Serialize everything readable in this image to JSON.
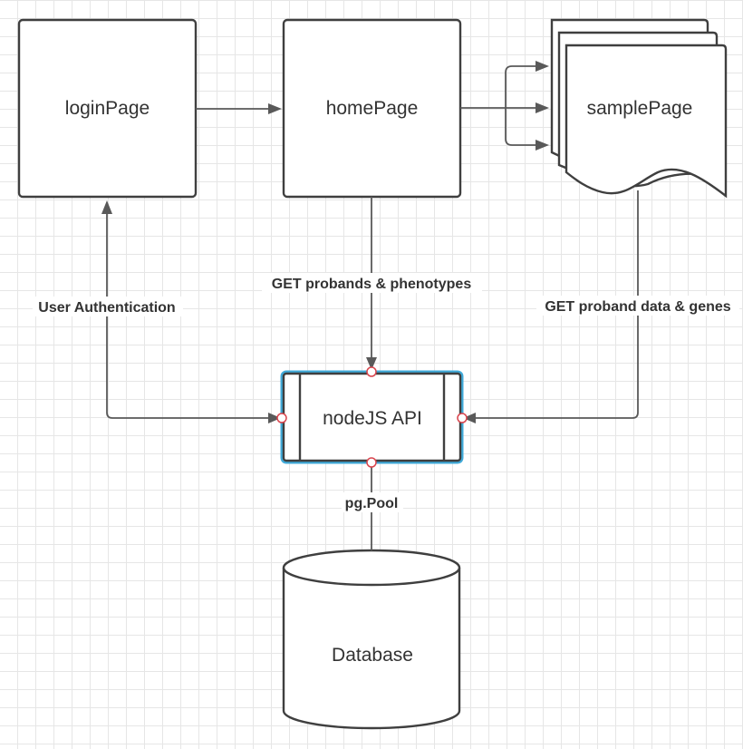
{
  "nodes": {
    "login_page": "loginPage",
    "home_page": "homePage",
    "sample_page": "samplePage",
    "api": "nodeJS API",
    "database": "Database"
  },
  "edges": {
    "user_authentication": "User Authentication",
    "get_probands": "GET probands & phenotypes",
    "get_proband_data": "GET proband data & genes",
    "pg_pool": "pg.Pool"
  },
  "colors": {
    "selection_outline": "#3fa9d8",
    "port_outline": "#d9434c"
  }
}
